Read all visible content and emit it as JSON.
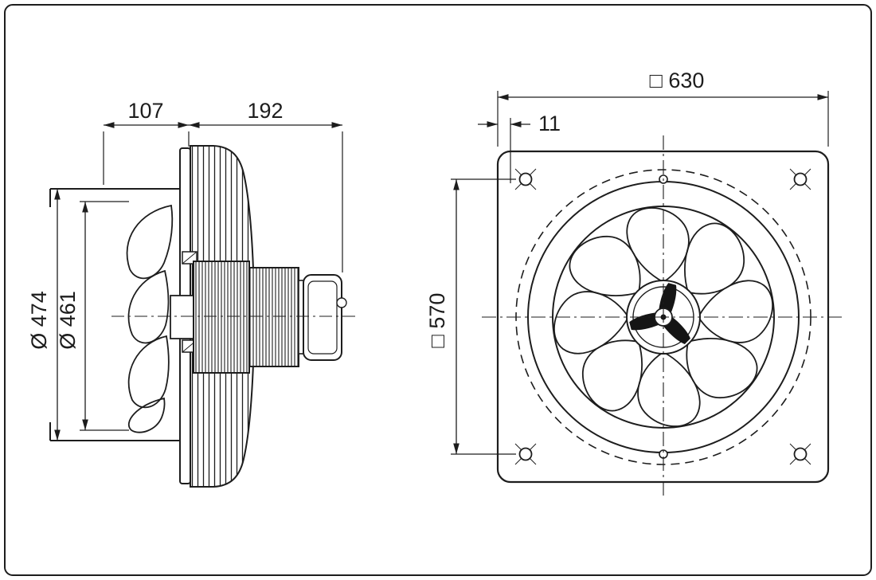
{
  "page": {
    "background_color": "#ffffff",
    "line_color": "#1d1d1d",
    "kind": "fan-dimension-drawing"
  },
  "side_view": {
    "label": "side-view",
    "dims": {
      "front_depth": "107",
      "rear_depth": "192",
      "outer_diameter": "Ø 474",
      "impeller_diameter": "Ø 461"
    }
  },
  "front_view": {
    "label": "front-view",
    "dims": {
      "plate_size": "□ 630",
      "corner_offset": "11",
      "hole_pitch": "□ 570"
    }
  }
}
